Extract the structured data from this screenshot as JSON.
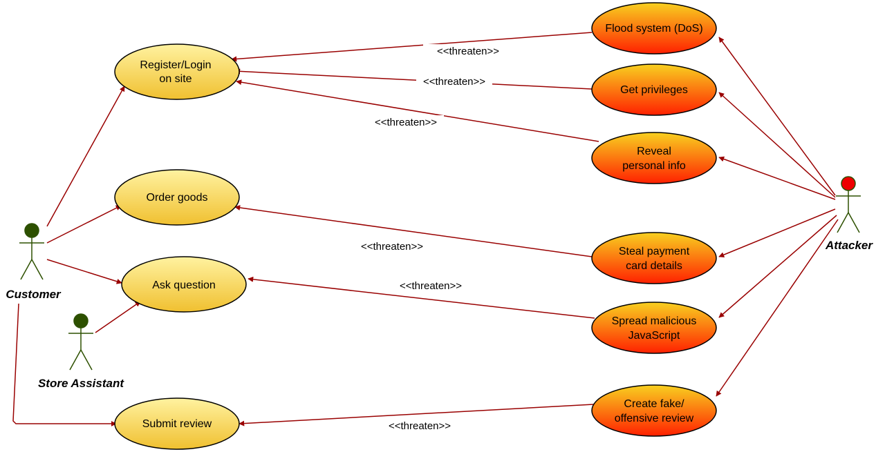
{
  "actors": {
    "customer": "Customer",
    "store_assistant": "Store Assistant",
    "attacker": "Attacker"
  },
  "use_cases": {
    "register_login": [
      "Register/Login",
      "on site"
    ],
    "order_goods": [
      "Order goods"
    ],
    "ask_question": [
      "Ask question"
    ],
    "submit_review": [
      "Submit review"
    ]
  },
  "misuse_cases": {
    "flood_system": [
      "Flood system (DoS)"
    ],
    "get_privileges": [
      "Get privileges"
    ],
    "reveal_info": [
      "Reveal",
      "personal info"
    ],
    "steal_payment": [
      "Steal payment",
      "card details"
    ],
    "spread_js": [
      "Spread malicious",
      "JavaScript"
    ],
    "fake_review": [
      "Create fake/",
      "offensive review"
    ]
  },
  "threaten_label": "<<threaten>>",
  "colors": {
    "line": "#990000",
    "use_case_top": "#fff2a0",
    "use_case_bottom": "#f0c030",
    "misuse_top": "#f8d020",
    "misuse_bottom": "#ff2000",
    "actor_green": "#2d5000",
    "attacker_head": "#ee0000"
  }
}
